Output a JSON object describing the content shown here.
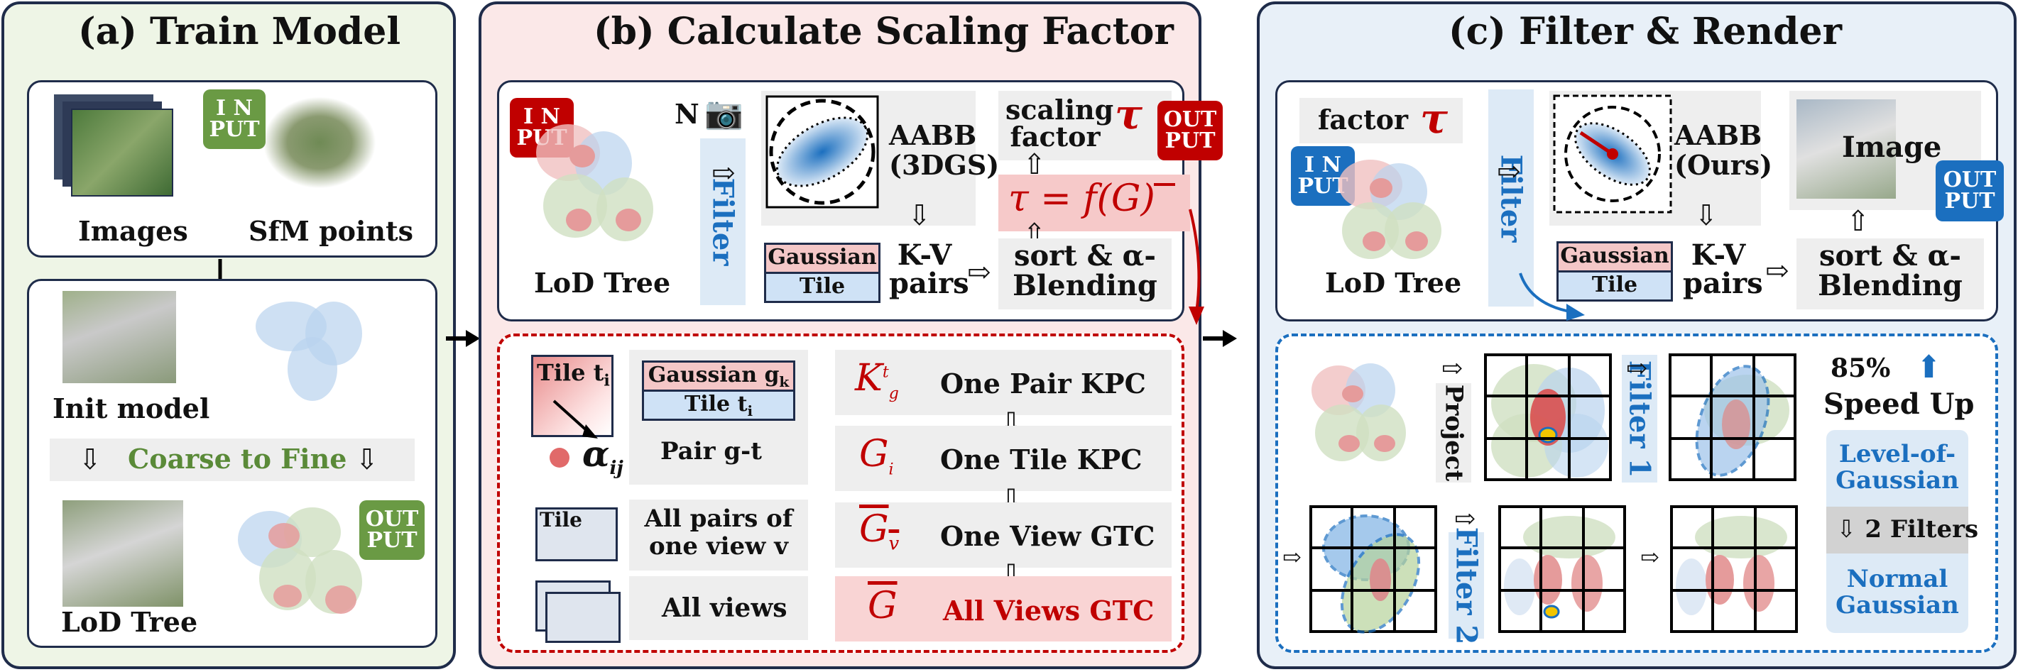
{
  "colors": {
    "panel_a_bg": "#eef5e6",
    "panel_b_bg": "#fbe8e8",
    "panel_c_bg": "#e8f0f8",
    "dark_red": "#c00000",
    "blue": "#1b6fbf",
    "green": "#5a8a38"
  },
  "panel_a": {
    "title": "(a)  Train Model",
    "images_label": "Images",
    "sfm_label": "SfM points",
    "input_badge": "I N PUT",
    "init_model_label": "Init model",
    "coarse_to_fine": "Coarse to Fine",
    "lod_tree_label": "LoD Tree",
    "output_badge": "OUT PUT"
  },
  "panel_b": {
    "title": "(b)  Calculate Scaling Factor",
    "input_badge": "I N PUT",
    "lod_tree_label": "LoD Tree",
    "n_label": "N",
    "filter_label": "Filter",
    "aabb_label": "AABB (3DGS)",
    "scaling_factor_label": "scaling factor",
    "tau": "τ",
    "output_badge": "OUT PUT",
    "formula": "τ = f(G)",
    "gaussian_label": "Gaussian",
    "tile_label": "Tile",
    "kv_pairs": "K-V pairs",
    "sort_blending": "sort & α-Blending",
    "rows": [
      {
        "left_top": "Tile t",
        "left_sub": "i",
        "alpha": "α",
        "alpha_sub": "ij",
        "mid_top": "Gaussian g",
        "mid_top_sub": "k",
        "mid_bot": "Tile t",
        "mid_bot_sub": "i",
        "mid_caption": "Pair g-t",
        "sym": "K",
        "sym_sup": "t",
        "sym_sub": "g",
        "desc": "One Pair  KPC"
      },
      {
        "sym": "G",
        "sym_sub": "i",
        "desc": "One Tile  KPC"
      },
      {
        "left_top": "Tile",
        "mid_text": "All pairs of one view v",
        "sym": "G",
        "sym_sub": "v",
        "desc": "One View  GTC"
      },
      {
        "mid_text": "All views",
        "sym": "G",
        "desc": "All Views GTC"
      }
    ]
  },
  "panel_c": {
    "title": "(c)  Filter & Render",
    "factor_label": "factor",
    "tau": "τ",
    "input_badge": "I N PUT",
    "lod_tree_label": "LoD Tree",
    "filter_label": "Filter",
    "aabb_label": "AABB (Ours)",
    "image_label": "Image",
    "output_badge": "OUT PUT",
    "gaussian_label": "Gaussian",
    "tile_label": "Tile",
    "kv_pairs": "K-V pairs",
    "sort_blending": "sort & α-Blending",
    "project_label": "Project",
    "filter1_label": "Filter 1",
    "filter2_label": "Filter 2",
    "speedup_pct": "85%",
    "speedup_label": "Speed Up",
    "level_of_gaussian": "Level-of- Gaussian",
    "two_filters": "2 Filters",
    "normal_gaussian": "Normal Gaussian"
  }
}
